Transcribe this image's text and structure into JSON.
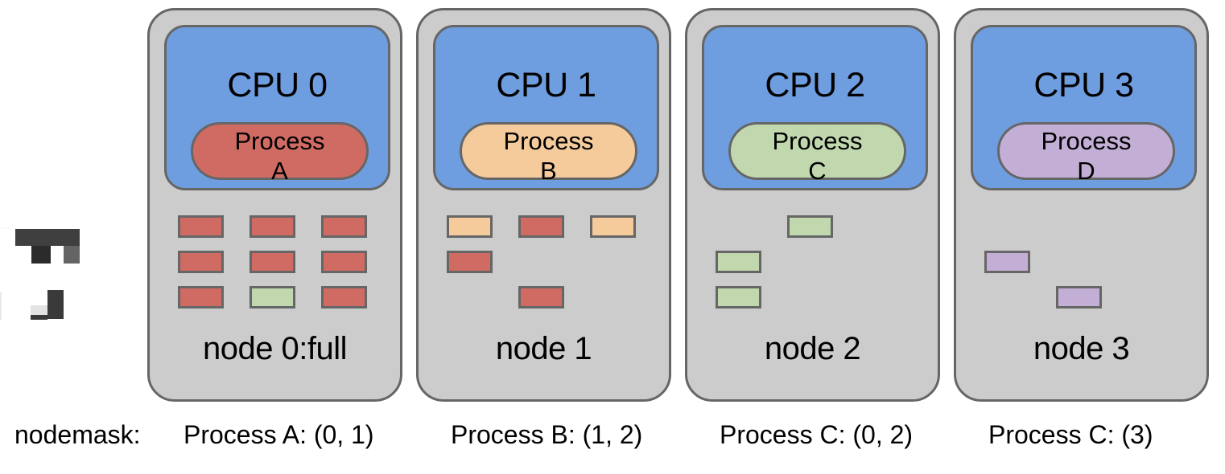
{
  "colors": {
    "node_bg": "#cccccc",
    "node_border": "#666666",
    "cpu_bg": "#6f9ee0",
    "process_a": "#d06b64",
    "process_b": "#f5cb9c",
    "process_c": "#c1d8ae",
    "process_d": "#c3aed6",
    "block_border": "#666666",
    "page_bg": "#ffffff"
  },
  "nodemask_prefix": "nodemask:",
  "nodes": [
    {
      "cpu_label": "CPU 0",
      "process_name": "Process",
      "process_id": "A",
      "process_color": "#d06b64",
      "caption": "node 0:full",
      "mask_label": "Process A: (0, 1)",
      "blocks": [
        {
          "row": 0,
          "col": 0,
          "color": "#d06b64"
        },
        {
          "row": 0,
          "col": 1,
          "color": "#d06b64"
        },
        {
          "row": 0,
          "col": 2,
          "color": "#d06b64"
        },
        {
          "row": 1,
          "col": 0,
          "color": "#d06b64"
        },
        {
          "row": 1,
          "col": 1,
          "color": "#d06b64"
        },
        {
          "row": 1,
          "col": 2,
          "color": "#d06b64"
        },
        {
          "row": 2,
          "col": 0,
          "color": "#d06b64"
        },
        {
          "row": 2,
          "col": 1,
          "color": "#c1d8ae"
        },
        {
          "row": 2,
          "col": 2,
          "color": "#d06b64"
        }
      ]
    },
    {
      "cpu_label": "CPU 1",
      "process_name": "Process",
      "process_id": "B",
      "process_color": "#f5cb9c",
      "caption": "node 1",
      "mask_label": "Process B: (1, 2)",
      "blocks": [
        {
          "row": 0,
          "col": 0,
          "color": "#f5cb9c"
        },
        {
          "row": 0,
          "col": 1,
          "color": "#d06b64"
        },
        {
          "row": 0,
          "col": 2,
          "color": "#f5cb9c"
        },
        {
          "row": 1,
          "col": 0,
          "color": "#d06b64"
        },
        {
          "row": 2,
          "col": 1,
          "color": "#d06b64"
        }
      ]
    },
    {
      "cpu_label": "CPU 2",
      "process_name": "Process",
      "process_id": "C",
      "process_color": "#c1d8ae",
      "caption": "node 2",
      "mask_label": "Process C: (0, 2)",
      "blocks": [
        {
          "row": 0,
          "col": 1,
          "color": "#c1d8ae"
        },
        {
          "row": 1,
          "col": 0,
          "color": "#c1d8ae"
        },
        {
          "row": 2,
          "col": 0,
          "color": "#c1d8ae"
        }
      ]
    },
    {
      "cpu_label": "CPU 3",
      "process_name": "Process",
      "process_id": "D",
      "process_color": "#c3aed6",
      "caption": "node 3",
      "mask_label": "Process C: (3)",
      "blocks": [
        {
          "row": 1,
          "col": 0,
          "color": "#c3aed6"
        },
        {
          "row": 2,
          "col": 1,
          "color": "#c3aed6"
        }
      ]
    }
  ]
}
